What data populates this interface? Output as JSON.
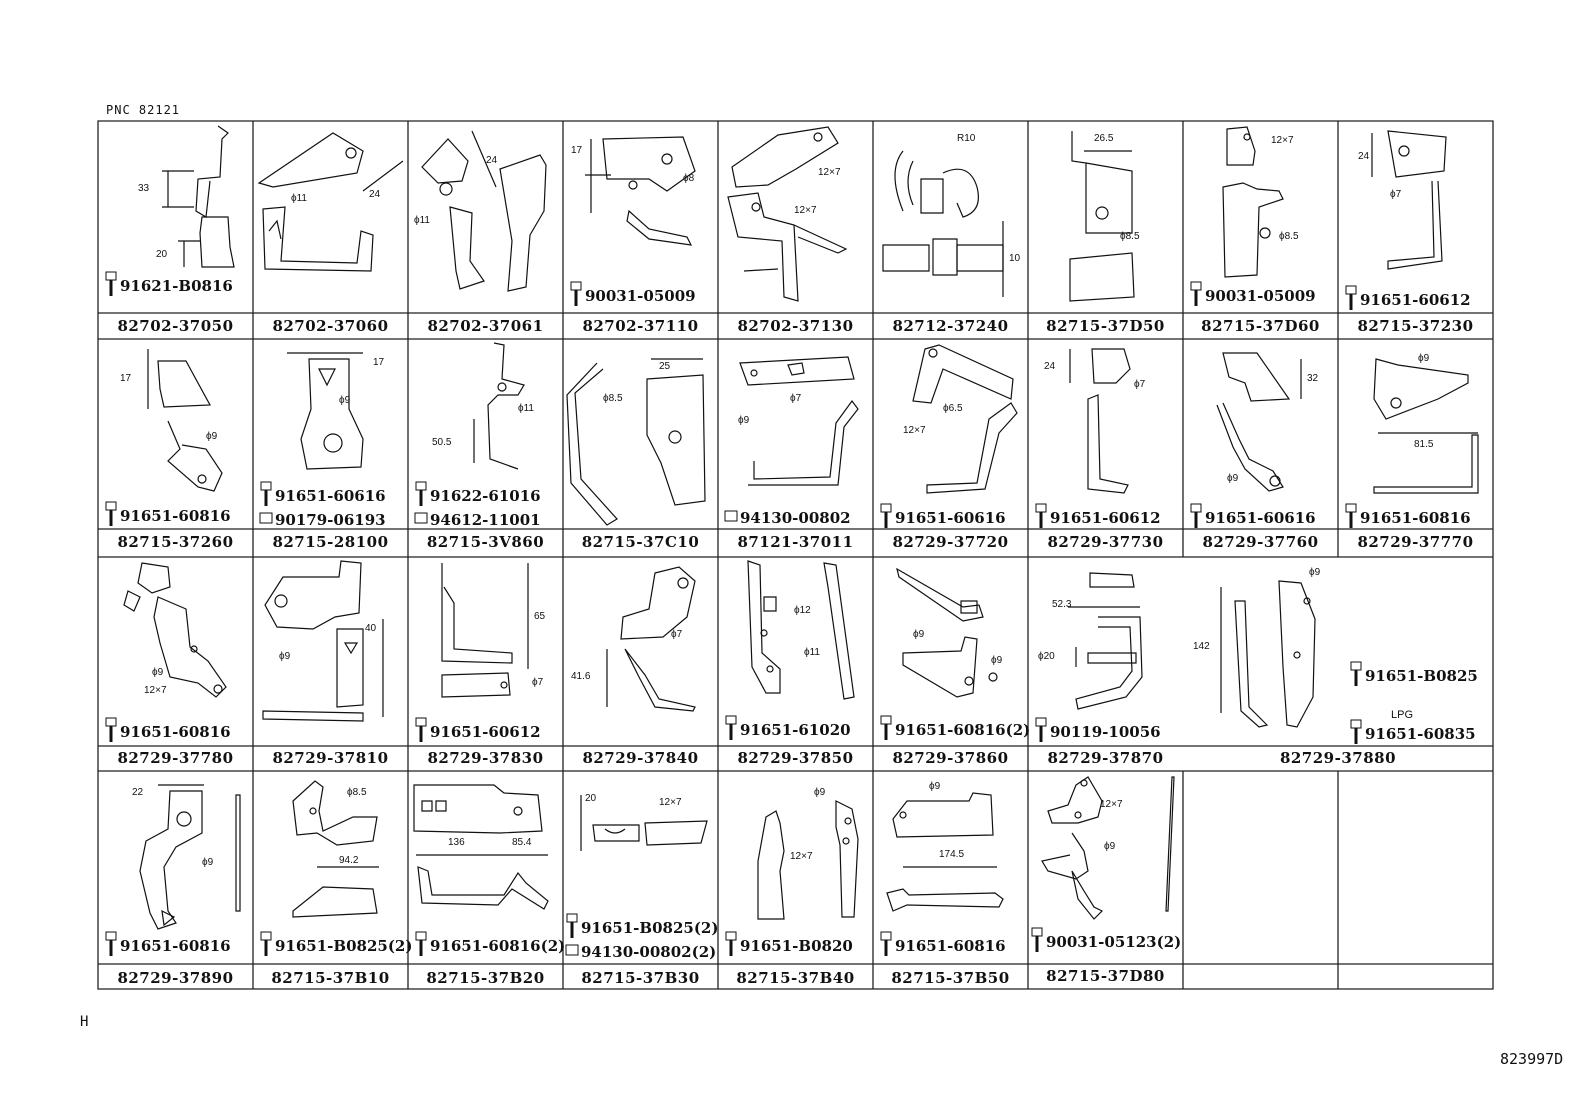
{
  "pnc_label": "PNC   82121",
  "corner_mark": "H",
  "document_id": "823997D",
  "rows": [
    {
      "cells": [
        {
          "part": "82702-37050",
          "bolts": [
            "91621-B0816"
          ],
          "dims": [
            "33",
            "20"
          ]
        },
        {
          "part": "82702-37060",
          "bolts": [],
          "dims": [
            "ϕ11",
            "24"
          ]
        },
        {
          "part": "82702-37061",
          "bolts": [],
          "dims": [
            "24",
            "ϕ11"
          ]
        },
        {
          "part": "82702-37110",
          "bolts": [
            "90031-05009"
          ],
          "dims": [
            "17",
            "ϕ8"
          ]
        },
        {
          "part": "82702-37130",
          "bolts": [],
          "dims": [
            "12×7",
            "12×7"
          ]
        },
        {
          "part": "82712-37240",
          "bolts": [],
          "dims": [
            "R10",
            "10"
          ]
        },
        {
          "part": "82715-37D50",
          "bolts": [],
          "dims": [
            "26.5",
            "ϕ8.5"
          ]
        },
        {
          "part": "82715-37D60",
          "bolts": [
            "90031-05009"
          ],
          "dims": [
            "12×7",
            "ϕ8.5"
          ]
        },
        {
          "part": "82715-37230",
          "bolts": [
            "91651-60612"
          ],
          "dims": [
            "24",
            "ϕ7"
          ]
        }
      ]
    },
    {
      "cells": [
        {
          "part": "82715-37260",
          "bolts": [
            "91651-60816"
          ],
          "dims": [
            "17",
            "ϕ9"
          ]
        },
        {
          "part": "82715-28100",
          "bolts": [
            "91651-60616",
            "90179-06193"
          ],
          "dims": [
            "17",
            "ϕ9"
          ]
        },
        {
          "part": "82715-3V860",
          "bolts": [
            "91622-61016",
            "94612-11001"
          ],
          "dims": [
            "ϕ11",
            "50.5"
          ]
        },
        {
          "part": "82715-37C10",
          "bolts": [],
          "dims": [
            "25",
            "ϕ8.5"
          ]
        },
        {
          "part": "87121-37011",
          "bolts": [
            "94130-00802"
          ],
          "dims": [
            "ϕ9",
            "ϕ7"
          ]
        },
        {
          "part": "82729-37720",
          "bolts": [
            "91651-60616"
          ],
          "dims": [
            "ϕ6.5",
            "12×7"
          ]
        },
        {
          "part": "82729-37730",
          "bolts": [
            "91651-60612"
          ],
          "dims": [
            "24",
            "ϕ7"
          ]
        },
        {
          "part": "82729-37760",
          "bolts": [
            "91651-60616"
          ],
          "dims": [
            "32",
            "ϕ9"
          ]
        },
        {
          "part": "82729-37770",
          "bolts": [
            "91651-60816"
          ],
          "dims": [
            "ϕ9",
            "81.5"
          ]
        }
      ]
    },
    {
      "cells": [
        {
          "part": "82729-37780",
          "bolts": [
            "91651-60816"
          ],
          "dims": [
            "ϕ9",
            "12×7"
          ]
        },
        {
          "part": "82729-37810",
          "bolts": [],
          "dims": [
            "ϕ9",
            "40"
          ]
        },
        {
          "part": "82729-37830",
          "bolts": [
            "91651-60612"
          ],
          "dims": [
            "65",
            "ϕ7"
          ]
        },
        {
          "part": "82729-37840",
          "bolts": [],
          "dims": [
            "ϕ7",
            "41.6"
          ]
        },
        {
          "part": "82729-37850",
          "bolts": [
            "91651-61020"
          ],
          "dims": [
            "ϕ12",
            "ϕ11"
          ]
        },
        {
          "part": "82729-37860",
          "bolts": [
            "91651-60816(2)"
          ],
          "dims": [
            "ϕ9",
            "ϕ9"
          ]
        },
        {
          "part": "82729-37870",
          "bolts": [
            "90119-10056"
          ],
          "dims": [
            "52.3",
            "ϕ20"
          ]
        },
        {
          "part": "82729-37880",
          "bolts": [
            "91651-B0825",
            "91651-60835"
          ],
          "dims": [
            "ϕ9",
            "142"
          ],
          "note": "LPG"
        }
      ]
    },
    {
      "cells": [
        {
          "part": "82729-37890",
          "bolts": [
            "91651-60816"
          ],
          "dims": [
            "22",
            "ϕ9"
          ]
        },
        {
          "part": "82715-37B10",
          "bolts": [
            "91651-B0825(2)"
          ],
          "dims": [
            "ϕ8.5",
            "94.2"
          ]
        },
        {
          "part": "82715-37B20",
          "bolts": [
            "91651-60816(2)"
          ],
          "dims": [
            "136",
            "85.4"
          ]
        },
        {
          "part": "82715-37B30",
          "bolts": [
            "91651-B0825(2)",
            "94130-00802(2)"
          ],
          "dims": [
            "20",
            "12×7"
          ]
        },
        {
          "part": "82715-37B40",
          "bolts": [
            "91651-B0820"
          ],
          "dims": [
            "ϕ9",
            "12×7"
          ]
        },
        {
          "part": "82715-37B50",
          "bolts": [
            "91651-60816"
          ],
          "dims": [
            "ϕ9",
            "174.5"
          ]
        },
        {
          "part": "82715-37D80",
          "bolts": [
            "90031-05123(2)"
          ],
          "dims": [
            "12×7",
            "ϕ9"
          ]
        },
        {
          "part": "",
          "bolts": [],
          "dims": []
        },
        {
          "part": "",
          "bolts": [],
          "dims": []
        }
      ]
    }
  ]
}
